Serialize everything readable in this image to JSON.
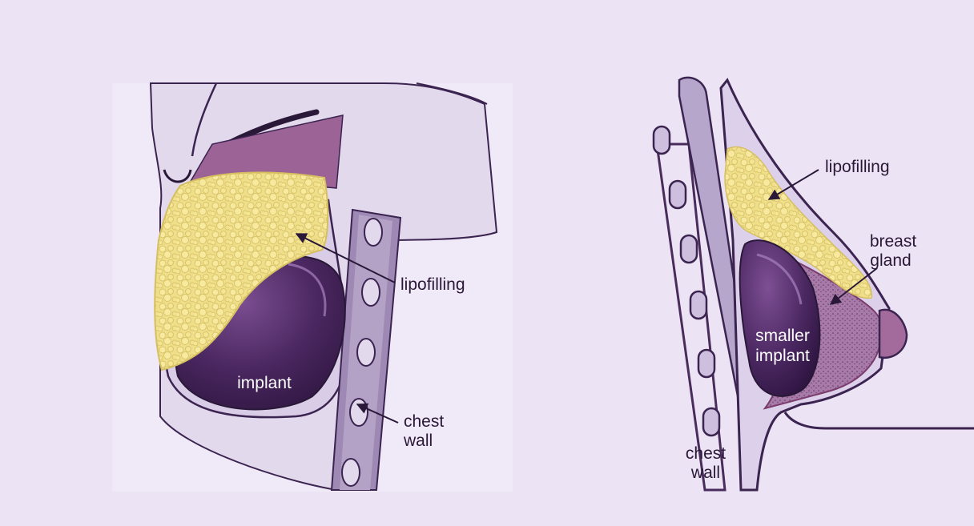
{
  "left_figure": {
    "labels": {
      "lipofilling": "lipofilling",
      "implant": "implant",
      "chest_wall_1": "chest",
      "chest_wall_2": "wall"
    }
  },
  "right_figure": {
    "labels": {
      "lipofilling": "lipofilling",
      "breast_gland_1": "breast",
      "breast_gland_2": "gland",
      "implant_1": "smaller",
      "implant_2": "implant",
      "chest_wall_1": "chest",
      "chest_wall_2": "wall"
    }
  },
  "colors": {
    "background": "#ece4f4",
    "skin": "#e2d8ec",
    "implant": "#4a2760",
    "fat": "#f0df8a",
    "gland": "#a36a9c",
    "outline": "#4a2c5c",
    "rib": "#dcd2e8"
  }
}
